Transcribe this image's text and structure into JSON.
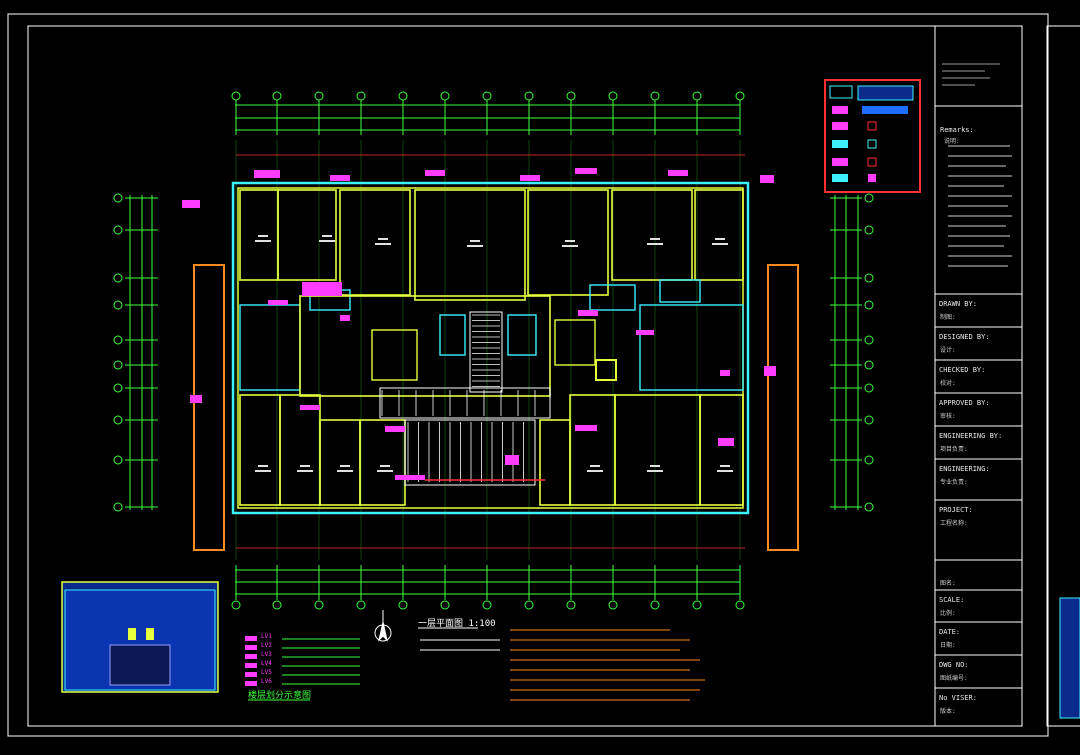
{
  "drawing": {
    "plan_title": "一层平面图",
    "plan_scale": "1:100",
    "overview_title": "楼层划分示意图",
    "colors": {
      "background": "#000000",
      "axis": "#3cff3c",
      "wall_main": "#e6ff3c",
      "wall_alt": "#3cf0ff",
      "annotation": "#ff3cff",
      "notes": "#ff8a1e",
      "frame": "#ffffff",
      "title_border": "#ff3030",
      "overview_fill": "#0a2a8c"
    }
  },
  "title_block": {
    "fields": [
      {
        "en": "DRAWN BY:",
        "cn": "制图:"
      },
      {
        "en": "DESIGNED BY:",
        "cn": "设计:"
      },
      {
        "en": "CHECKED BY:",
        "cn": "校对:"
      },
      {
        "en": "APPROVED BY:",
        "cn": "审核:"
      },
      {
        "en": "ENGINEERING BY:",
        "cn": "项目负责:"
      },
      {
        "en": "ENGINEERING:",
        "cn": "专业负责:"
      },
      {
        "en": "PROJECT:",
        "cn": "工程名称:"
      },
      {
        "en": "",
        "cn": "图名:"
      },
      {
        "en": "SCALE:",
        "cn": "比例:"
      },
      {
        "en": "DATE:",
        "cn": "日期:"
      },
      {
        "en": "DWG NO:",
        "cn": "图纸编号:"
      },
      {
        "en": "No VISER:",
        "cn": "版本:"
      }
    ],
    "remarks_label": "Remarks:",
    "remarks_cn": "说明:"
  },
  "legend": {
    "items": [
      "LV1",
      "LV2",
      "LV3",
      "LV4",
      "LV5",
      "LV6"
    ]
  }
}
